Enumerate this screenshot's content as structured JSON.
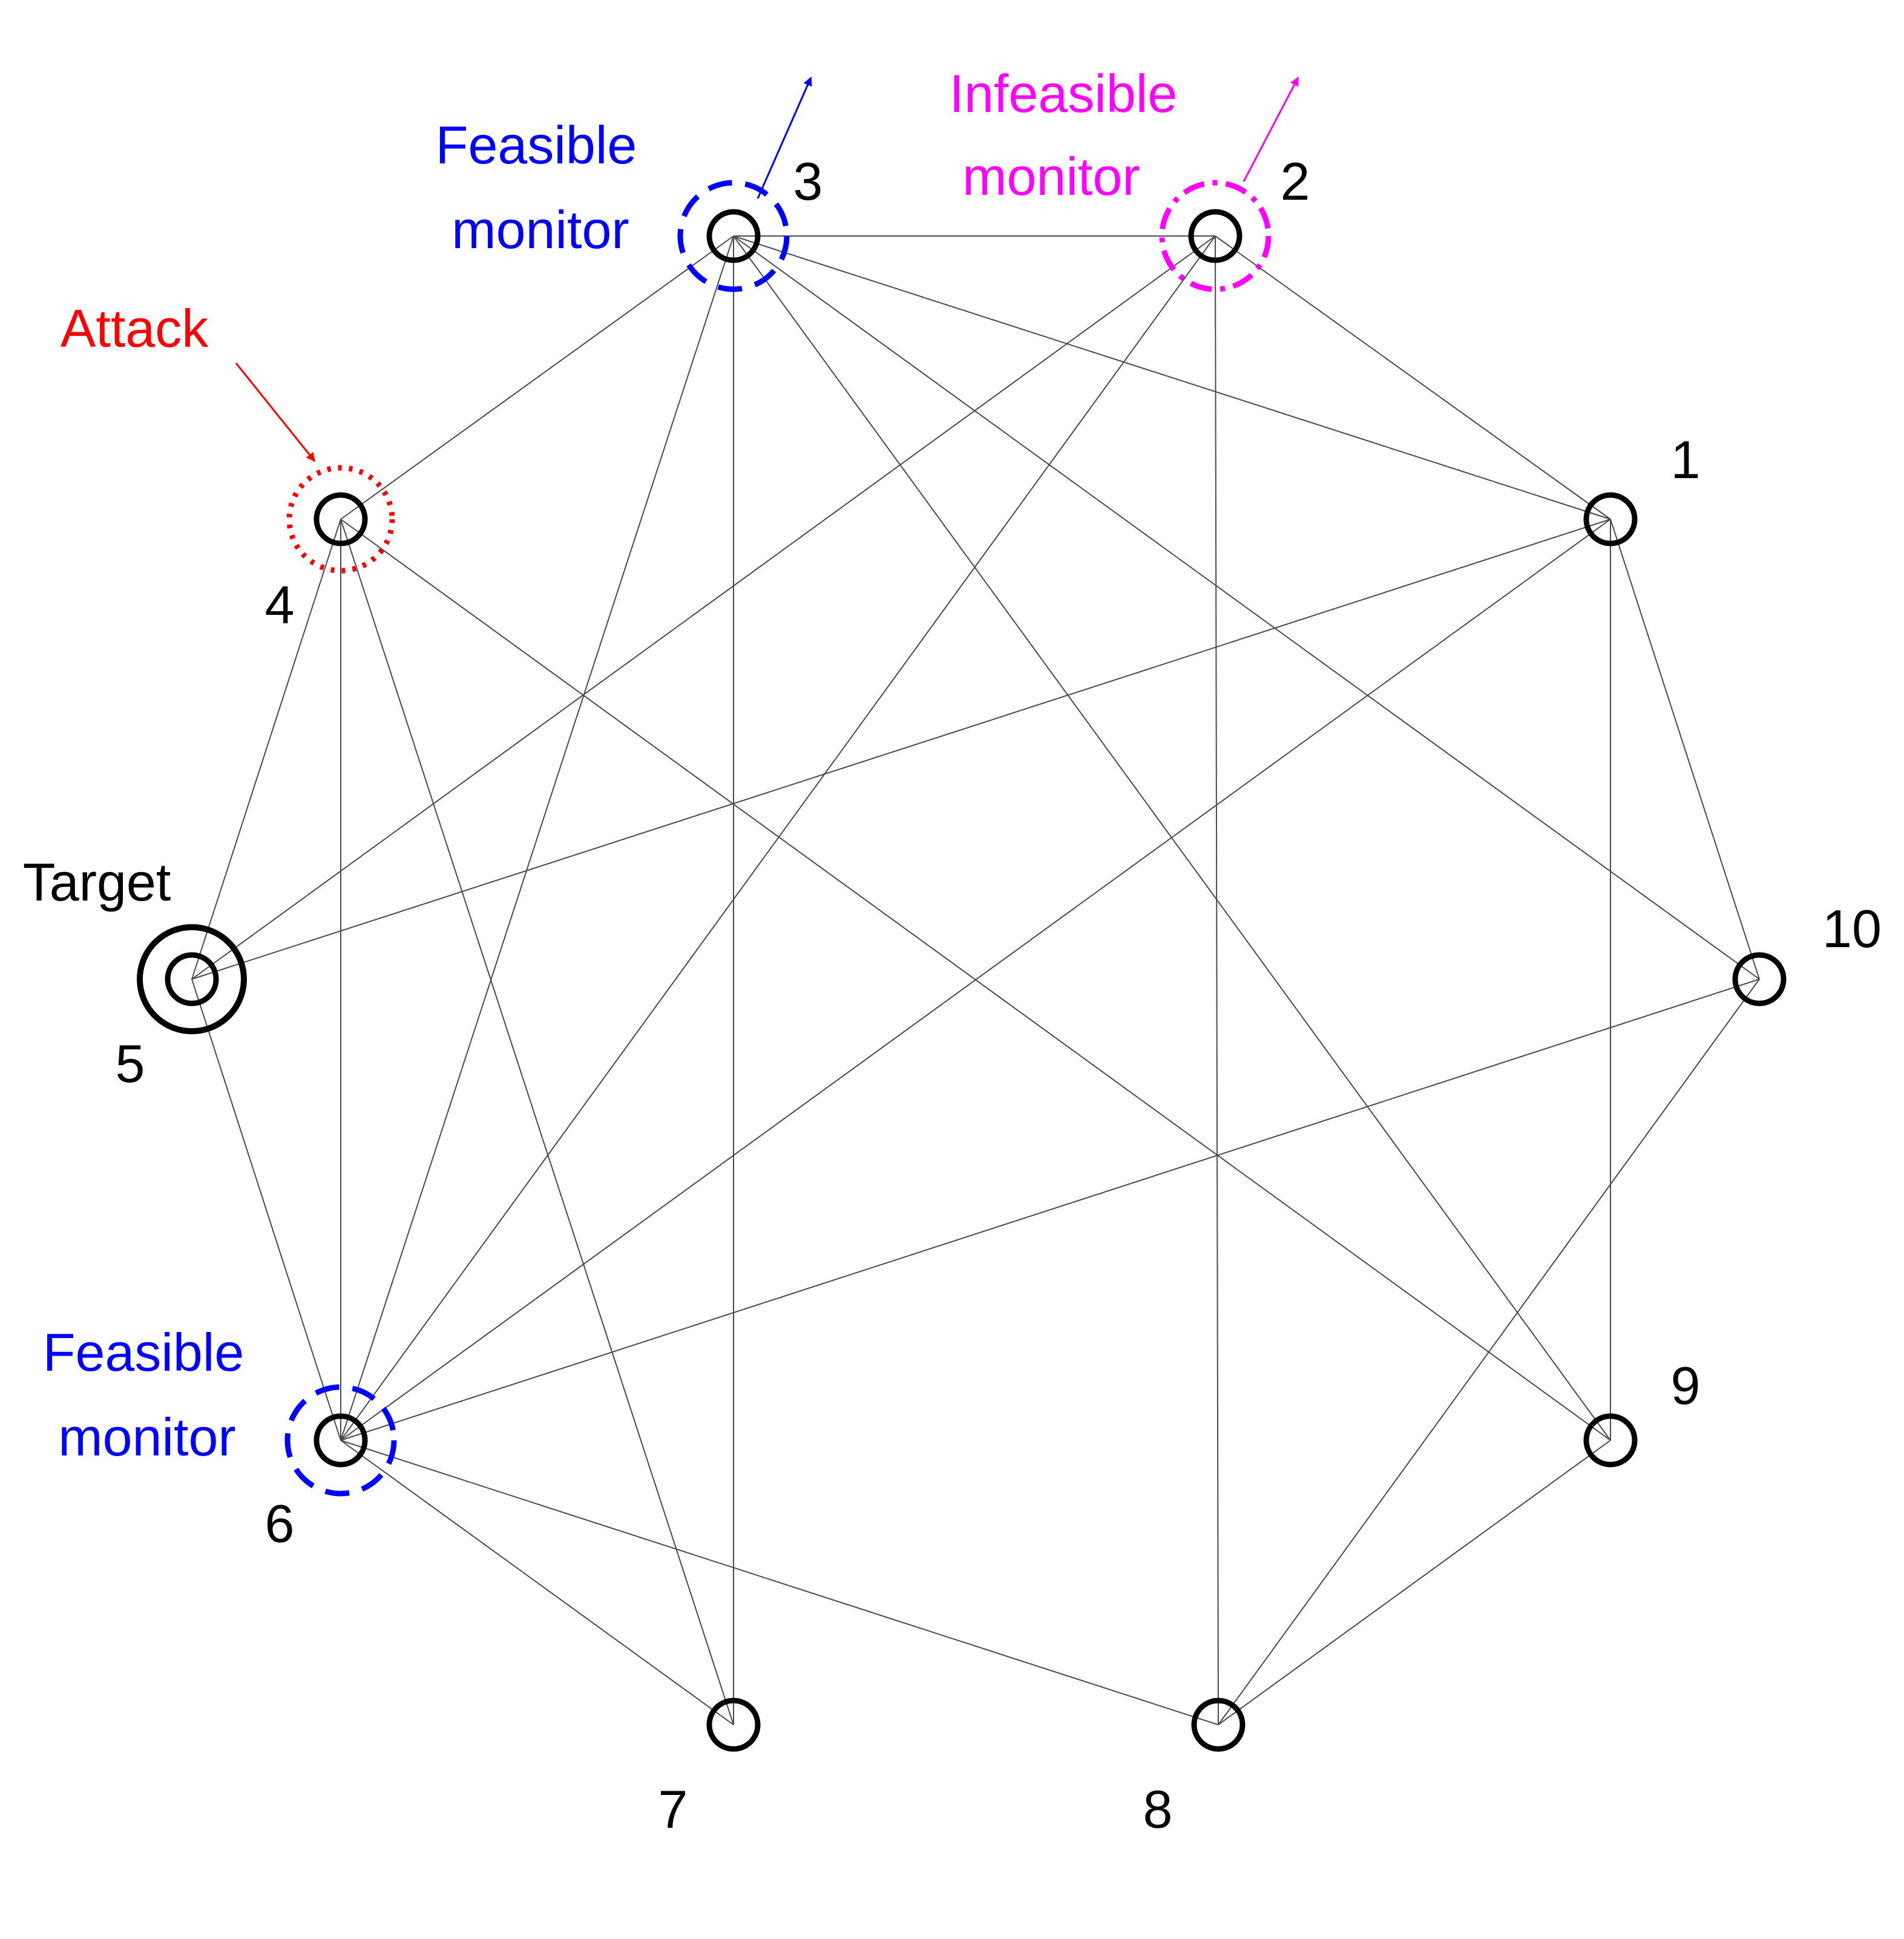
{
  "nodes": [
    {
      "id": "1",
      "label": "1"
    },
    {
      "id": "2",
      "label": "2"
    },
    {
      "id": "3",
      "label": "3"
    },
    {
      "id": "4",
      "label": "4"
    },
    {
      "id": "5",
      "label": "5"
    },
    {
      "id": "6",
      "label": "6"
    },
    {
      "id": "7",
      "label": "7"
    },
    {
      "id": "8",
      "label": "8"
    },
    {
      "id": "9",
      "label": "9"
    },
    {
      "id": "10",
      "label": "10"
    }
  ],
  "edges": [
    [
      "3",
      "2"
    ],
    [
      "3",
      "1"
    ],
    [
      "3",
      "10"
    ],
    [
      "3",
      "9"
    ],
    [
      "3",
      "7"
    ],
    [
      "3",
      "4"
    ],
    [
      "3",
      "6"
    ],
    [
      "2",
      "1"
    ],
    [
      "2",
      "8"
    ],
    [
      "2",
      "5"
    ],
    [
      "2",
      "6"
    ],
    [
      "1",
      "5"
    ],
    [
      "1",
      "6"
    ],
    [
      "1",
      "9"
    ],
    [
      "1",
      "10"
    ],
    [
      "4",
      "5"
    ],
    [
      "4",
      "6"
    ],
    [
      "4",
      "7"
    ],
    [
      "4",
      "9"
    ],
    [
      "5",
      "6"
    ],
    [
      "6",
      "7"
    ],
    [
      "6",
      "8"
    ],
    [
      "6",
      "10"
    ],
    [
      "8",
      "9"
    ],
    [
      "8",
      "10"
    ]
  ],
  "annotations": {
    "attack": {
      "text": "Attack",
      "node": "4",
      "color": "#ff0000"
    },
    "target": {
      "text": "Target",
      "node": "5",
      "color": "#000000"
    },
    "feasible_monitor_3": {
      "lines": [
        "Feasible",
        "monitor"
      ],
      "node": "3",
      "color": "#0000ff"
    },
    "infeasible_monitor_2": {
      "lines": [
        "Infeasible",
        "monitor"
      ],
      "node": "2",
      "color": "#ff00ff"
    },
    "feasible_monitor_6": {
      "lines": [
        "Feasible",
        "monitor"
      ],
      "node": "6",
      "color": "#0000ff"
    }
  }
}
